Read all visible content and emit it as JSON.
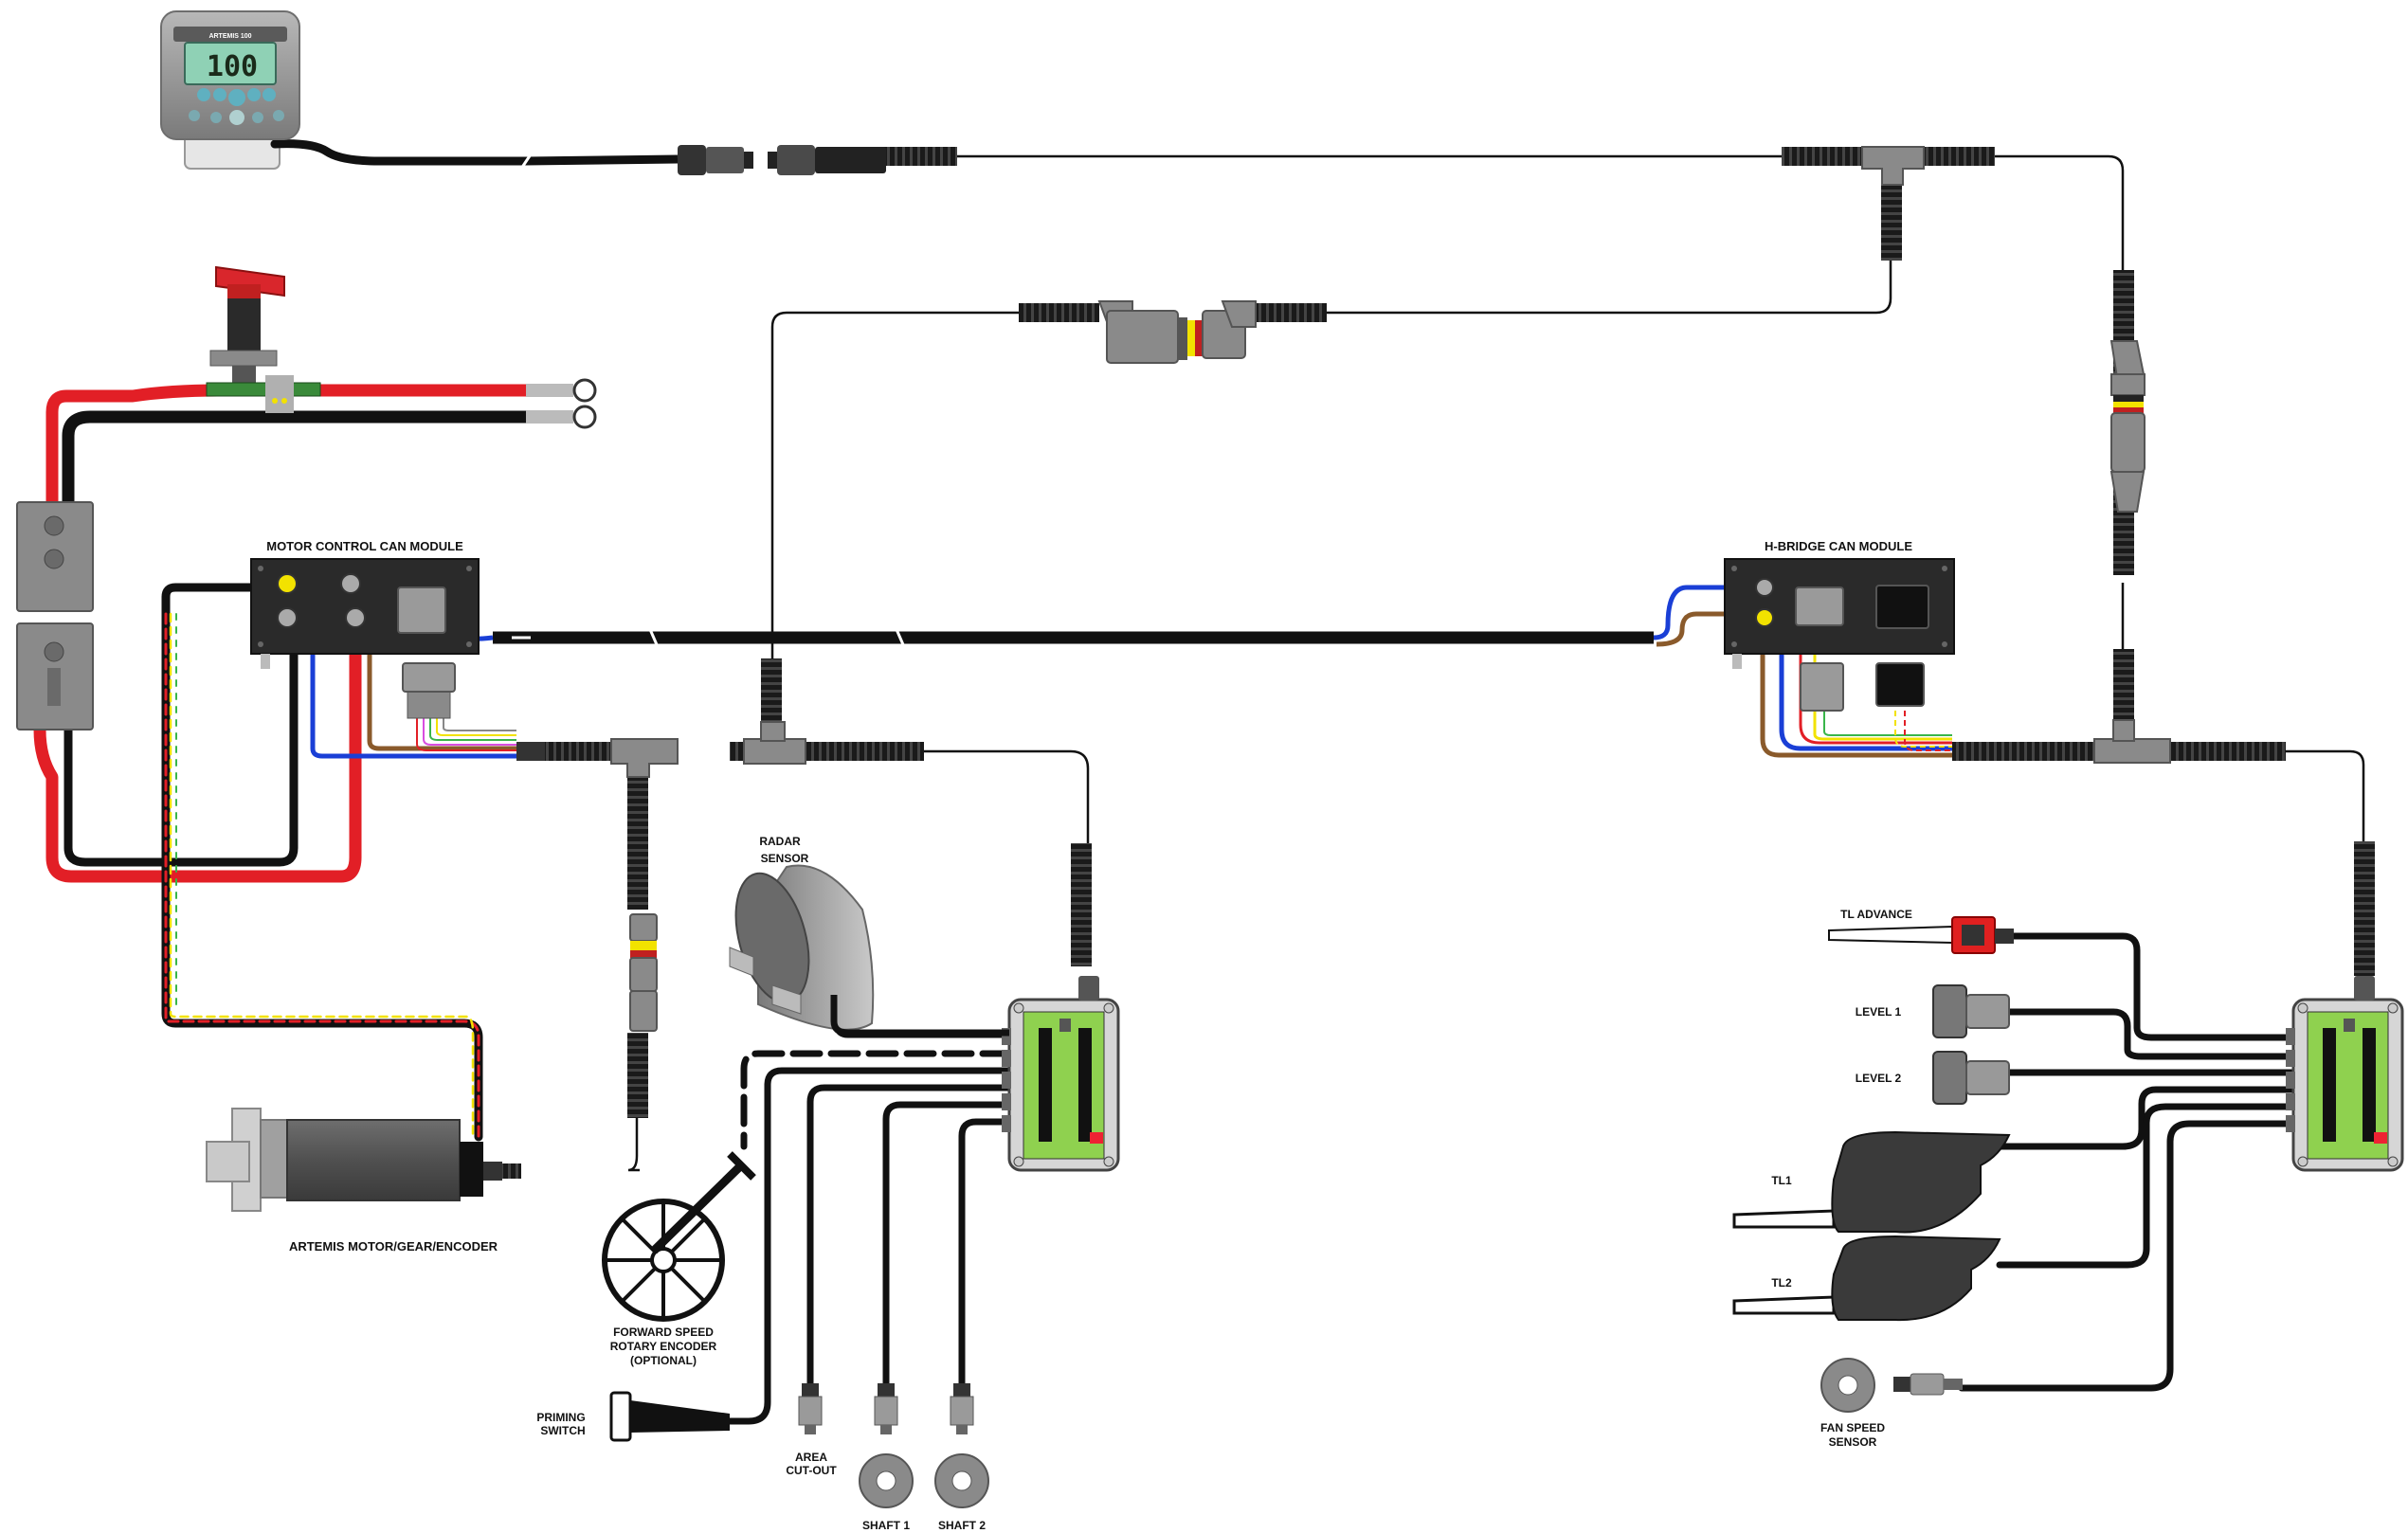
{
  "display": {
    "title": "ARTEMIS 100",
    "reading": "100"
  },
  "modules": {
    "motor_control": "MOTOR CONTROL CAN MODULE",
    "h_bridge": "H-BRIDGE CAN MODULE"
  },
  "components": {
    "motor": "ARTEMIS MOTOR/GEAR/ENCODER",
    "radar_l1": "RADAR",
    "radar_l2": "SENSOR",
    "fwd_l1": "FORWARD SPEED",
    "fwd_l2": "ROTARY ENCODER",
    "fwd_l3": "(OPTIONAL)",
    "priming_l1": "PRIMING",
    "priming_l2": "SWITCH",
    "area_l1": "AREA",
    "area_l2": "CUT-OUT",
    "shaft1": "SHAFT 1",
    "shaft2": "SHAFT 2",
    "tl_advance": "TL ADVANCE",
    "level1": "LEVEL 1",
    "level2": "LEVEL 2",
    "tl1": "TL1",
    "tl2": "TL2",
    "fan_l1": "FAN SPEED",
    "fan_l2": "SENSOR"
  },
  "colors": {
    "cable": "#111111",
    "power_positive": "#e21f26",
    "power_negative": "#111111",
    "can_high": "#1a3fd6",
    "can_low": "#8a5a2b",
    "junction_box": "#8fd14f",
    "module_body": "#2a2a2a",
    "connector_grey": "#8a8a8a",
    "isolator_handle": "#d9262c",
    "tl_advance_body": "#e02020"
  }
}
